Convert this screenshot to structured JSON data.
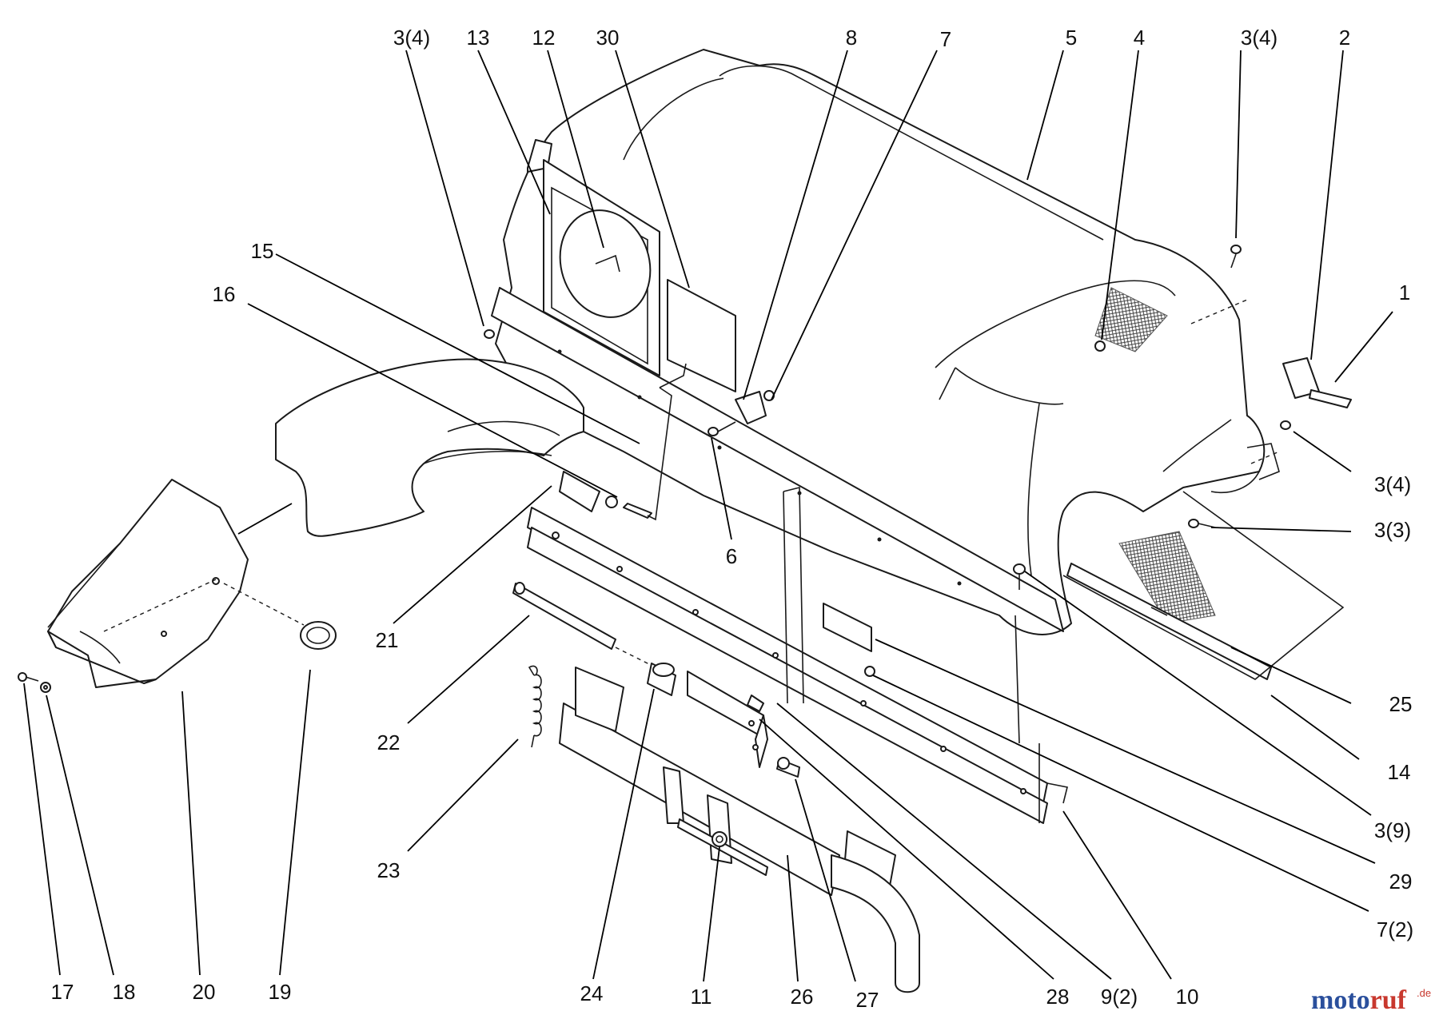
{
  "callouts": [
    {
      "id": "c-1",
      "label": "1"
    },
    {
      "id": "c-2",
      "label": "2"
    },
    {
      "id": "c-3-4-a",
      "label": "3(4)"
    },
    {
      "id": "c-3-4-b",
      "label": "3(4)"
    },
    {
      "id": "c-3-4-c",
      "label": "3(4)"
    },
    {
      "id": "c-3-3",
      "label": "3(3)"
    },
    {
      "id": "c-3-9",
      "label": "3(9)"
    },
    {
      "id": "c-4",
      "label": "4"
    },
    {
      "id": "c-5",
      "label": "5"
    },
    {
      "id": "c-6",
      "label": "6"
    },
    {
      "id": "c-7",
      "label": "7"
    },
    {
      "id": "c-7-2",
      "label": "7(2)"
    },
    {
      "id": "c-8",
      "label": "8"
    },
    {
      "id": "c-9-2",
      "label": "9(2)"
    },
    {
      "id": "c-10",
      "label": "10"
    },
    {
      "id": "c-11",
      "label": "11"
    },
    {
      "id": "c-12",
      "label": "12"
    },
    {
      "id": "c-13",
      "label": "13"
    },
    {
      "id": "c-14",
      "label": "14"
    },
    {
      "id": "c-15",
      "label": "15"
    },
    {
      "id": "c-16",
      "label": "16"
    },
    {
      "id": "c-17",
      "label": "17"
    },
    {
      "id": "c-18",
      "label": "18"
    },
    {
      "id": "c-19",
      "label": "19"
    },
    {
      "id": "c-20",
      "label": "20"
    },
    {
      "id": "c-21",
      "label": "21"
    },
    {
      "id": "c-22",
      "label": "22"
    },
    {
      "id": "c-23",
      "label": "23"
    },
    {
      "id": "c-24",
      "label": "24"
    },
    {
      "id": "c-25",
      "label": "25"
    },
    {
      "id": "c-26",
      "label": "26"
    },
    {
      "id": "c-27",
      "label": "27"
    },
    {
      "id": "c-28",
      "label": "28"
    },
    {
      "id": "c-29",
      "label": "29"
    },
    {
      "id": "c-30",
      "label": "30"
    }
  ],
  "watermark": {
    "brand_main": "motoruf",
    "brand_suffix": ".de",
    "colors": {
      "m": "#2a4f9c",
      "o": "#2a4f9c",
      "t": "#2a4f9c",
      "o2": "#2a4f9c",
      "r": "#c8382e",
      "u": "#c8382e",
      "f": "#c8382e"
    }
  }
}
